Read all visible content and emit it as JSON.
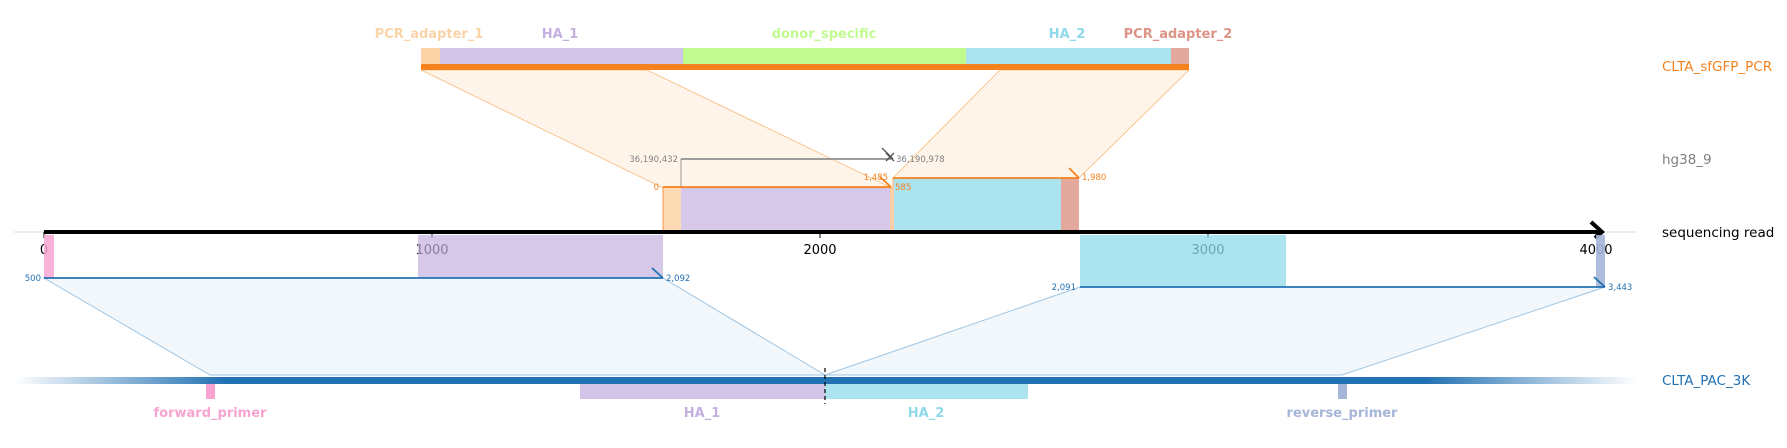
{
  "tracks": {
    "donor": {
      "name": "CLTA_sfGFP_PCR",
      "color": "#f5821f"
    },
    "genome": {
      "name": "hg38_9",
      "color": "#7f7f7f"
    },
    "read": {
      "name": "sequencing read",
      "color": "#000000"
    },
    "amplicon": {
      "name": "CLTA_PAC_3K",
      "color": "#2271b3"
    }
  },
  "features": {
    "pcr_adapter_1": {
      "label": "PCR_adapter_1",
      "color": "#fbd3a7"
    },
    "ha_1": {
      "label": "HA_1",
      "color": "#c3b0e0"
    },
    "donor_specific": {
      "label": "donor_specific",
      "color": "#c1fb8f"
    },
    "ha_2": {
      "label": "HA_2",
      "color": "#8fd9ea"
    },
    "pcr_adapter_2": {
      "label": "PCR_adapter_2",
      "color": "#dd9385"
    },
    "forward_primer": {
      "label": "forward_primer",
      "color": "#f8a4d1"
    },
    "reverse_primer": {
      "label": "reverse_primer",
      "color": "#a5b6d8"
    },
    "amp_ha_1": {
      "label": "HA_1",
      "color": "#c3b0e0"
    },
    "amp_ha_2": {
      "label": "HA_2",
      "color": "#8fd9ea"
    }
  },
  "axis": {
    "ticks": [
      "0",
      "1000",
      "2000",
      "3000",
      "4000"
    ]
  },
  "alignments": {
    "genome_start": "36,190,432",
    "genome_end": "36,190,978",
    "donor_aln1_start": "0",
    "donor_aln1_end": "1,485",
    "donor_aln2_start": "585",
    "donor_aln2_end": "1,980",
    "amp_aln1_start": "500",
    "amp_aln1_end": "2,092",
    "amp_aln2_start": "2,091",
    "amp_aln2_end": "3,443"
  }
}
